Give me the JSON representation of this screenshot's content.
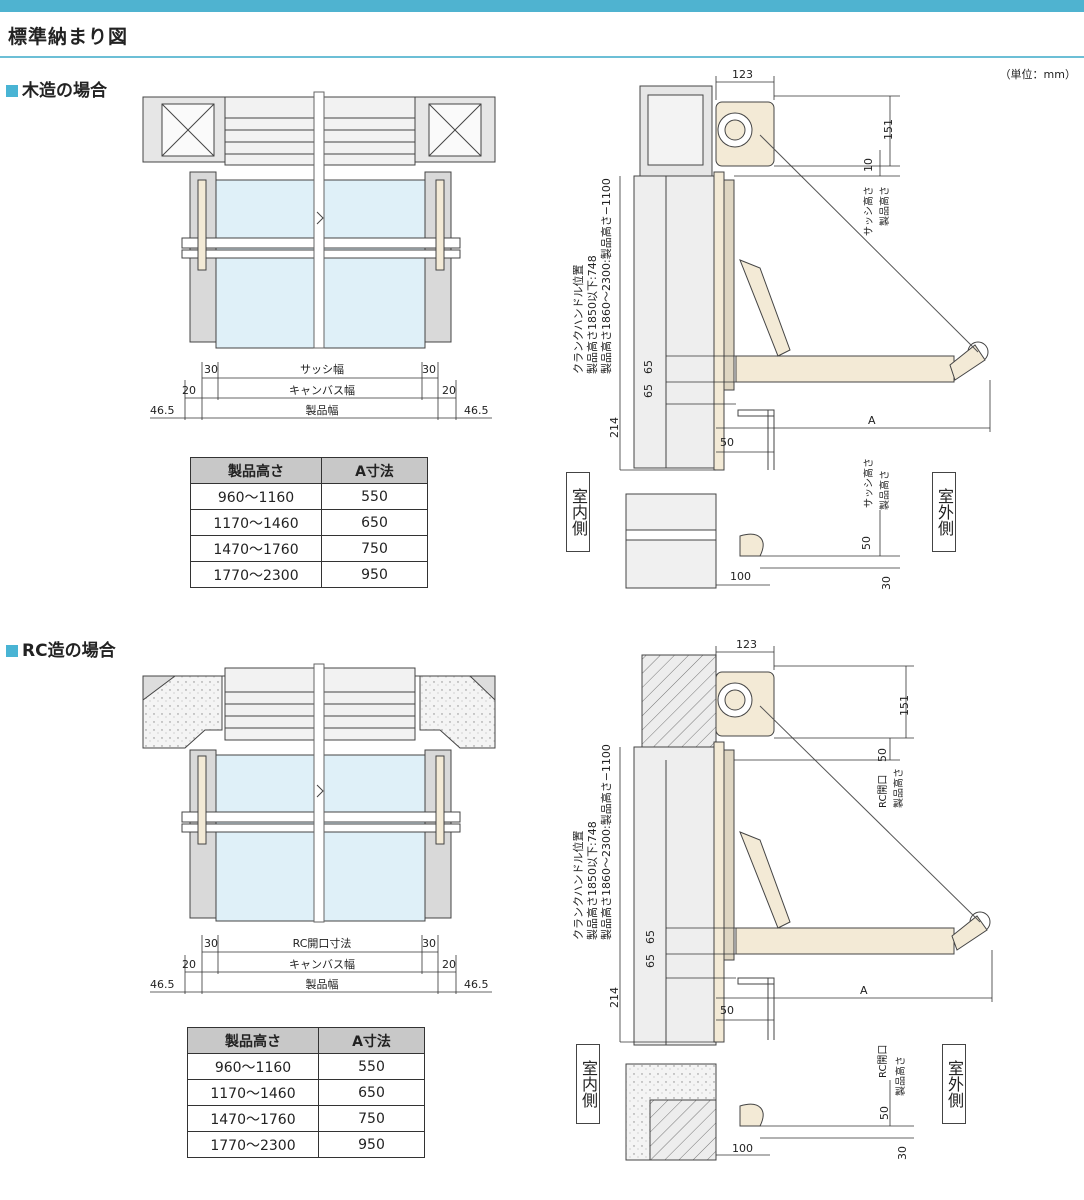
{
  "page": {
    "title": "標準納まり図",
    "unit": "（単位：mm）",
    "colors": {
      "accent": "#4fb3d0",
      "square": "#49b4d4",
      "glass": "#dff0f8",
      "cream": "#f3ead6",
      "frame": "#d6d6d6"
    }
  },
  "wood": {
    "heading": "木造の場合",
    "plan": {
      "sash_width": "サッシ幅",
      "canvas_width": "キャンバス幅",
      "product_width": "製品幅",
      "dim_30": "30",
      "dim_20": "20",
      "dim_465": "46.5"
    },
    "section": {
      "d123": "123",
      "d151": "151",
      "d10": "10",
      "sash_height": "サッシ高さ",
      "product_height": "製品高さ",
      "crank1": "クランクハンドル位置",
      "crank2": "製品高さ1850以下:748",
      "crank3": "製品高さ1860〜2300:製品高さ−1100",
      "d65a": "65",
      "d65b": "65",
      "d214": "214",
      "d50": "50",
      "dA": "A",
      "indoor": "室内側",
      "outdoor": "室外側",
      "d50b": "50",
      "d30": "30",
      "d100": "100"
    },
    "table": {
      "headers": [
        "製品高さ",
        "A寸法"
      ],
      "rows": [
        [
          "960〜1160",
          "550"
        ],
        [
          "1170〜1460",
          "650"
        ],
        [
          "1470〜1760",
          "750"
        ],
        [
          "1770〜2300",
          "950"
        ]
      ]
    }
  },
  "rc": {
    "heading": "RC造の場合",
    "plan": {
      "opening_width": "RC開口寸法",
      "canvas_width": "キャンバス幅",
      "product_width": "製品幅",
      "dim_30": "30",
      "dim_20": "20",
      "dim_465": "46.5"
    },
    "section": {
      "d123": "123",
      "d151": "151",
      "d50": "50",
      "rc_opening": "RC開口",
      "product_height": "製品高さ",
      "crank1": "クランクハンドル位置",
      "crank2": "製品高さ1850以下:748",
      "crank3": "製品高さ1860〜2300:製品高さ−1100",
      "d65a": "65",
      "d65b": "65",
      "d214": "214",
      "d50c": "50",
      "dA": "A",
      "indoor": "室内側",
      "outdoor": "室外側",
      "d50b": "50",
      "d30": "30",
      "d100": "100"
    },
    "table": {
      "headers": [
        "製品高さ",
        "A寸法"
      ],
      "rows": [
        [
          "960〜1160",
          "550"
        ],
        [
          "1170〜1460",
          "650"
        ],
        [
          "1470〜1760",
          "750"
        ],
        [
          "1770〜2300",
          "950"
        ]
      ]
    }
  }
}
